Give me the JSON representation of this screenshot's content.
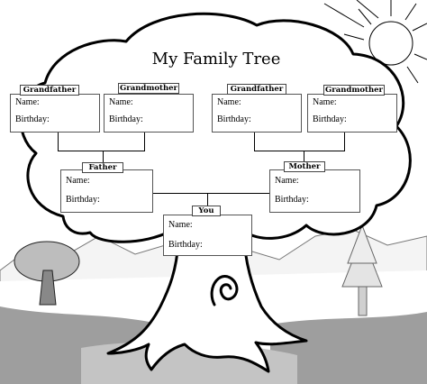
{
  "title": "My Family Tree",
  "field_labels": {
    "name": "Name:",
    "birthday": "Birthday:"
  },
  "members": {
    "grandfather_paternal": {
      "role": "Grandfather"
    },
    "grandmother_paternal": {
      "role": "Grandmother"
    },
    "grandfather_maternal": {
      "role": "Grandfather"
    },
    "grandmother_maternal": {
      "role": "Grandmother"
    },
    "father": {
      "role": "Father"
    },
    "mother": {
      "role": "Mother"
    },
    "you": {
      "role": "You"
    }
  },
  "colors": {
    "outline": "#000000",
    "ground": "#9e9e9e",
    "paper": "#ffffff"
  }
}
